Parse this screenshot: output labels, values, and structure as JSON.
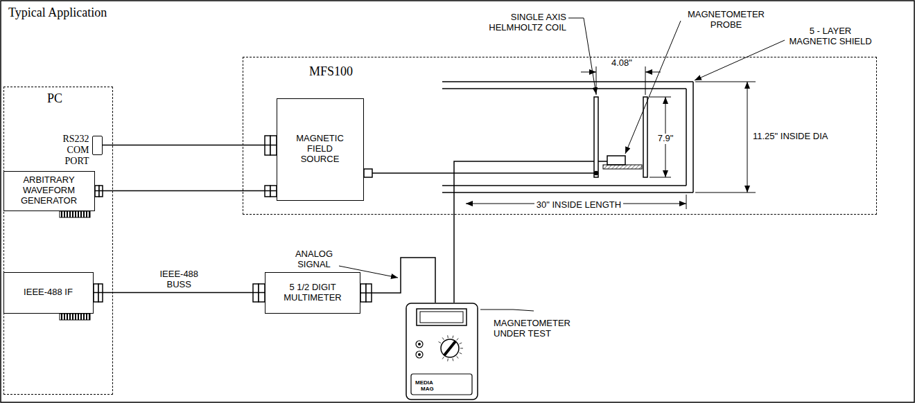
{
  "diagram": {
    "title": "Typical Application",
    "nodes": [
      {
        "text": [
          "PC"
        ]
      },
      {
        "text": [
          "RS232 COM PORT"
        ],
        "in": 0
      },
      {
        "text": [
          "ARBITRARY WAVEFORM GENERATOR"
        ],
        "in": 0
      },
      {
        "text": [
          "IEEE-488 IF"
        ],
        "in": 0
      },
      {
        "text": [
          "MFS100"
        ]
      },
      {
        "text": [
          "MAGNETIC FIELD SOURCE"
        ],
        "in": 4
      },
      {
        "text": [
          "5 1/2 DIGIT MULTIMETER"
        ]
      },
      {
        "text": [
          "MEDIA",
          "MAG"
        ]
      }
    ],
    "edges": [
      {
        "from": 1,
        "to": 5,
        "arrow": "none"
      },
      {
        "from": 2,
        "to": 5,
        "arrow": "none"
      },
      {
        "from": 3,
        "to": 6,
        "label": "IEEE-488 BUSS",
        "arrow": "none"
      },
      {
        "from": 6,
        "to": 7,
        "arrow": "none"
      }
    ],
    "labels": [
      "SINGLE AXIS HELMHOLTZ COIL",
      "MAGNETOMETER PROBE",
      "5 - LAYER MAGNETIC SHIELD",
      "4.08\"",
      "7.9\"",
      "11.25\" INSIDE DIA",
      "30\" INSIDE LENGTH",
      "ANALOG SIGNAL",
      "MAGNETOMETER UNDER TEST"
    ]
  }
}
